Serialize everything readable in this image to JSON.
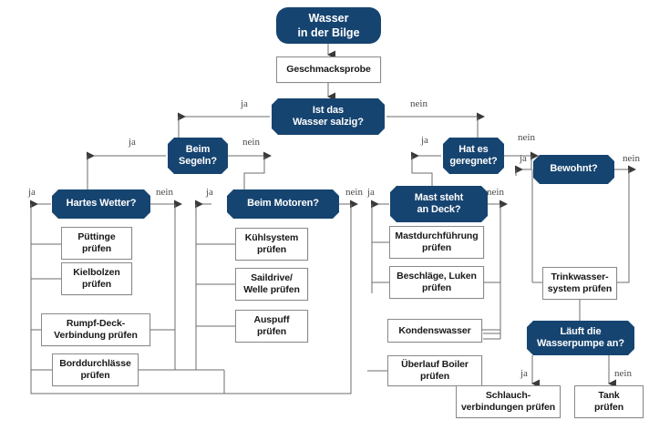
{
  "diagram": {
    "title": "Wasser in der Bilge - Diagnose-Flussdiagramm",
    "colors": {
      "node_fill": "#164470",
      "node_text": "#ffffff",
      "box_fill": "#ffffff",
      "box_border": "#8a8a8a",
      "box_text": "#17181a",
      "wire": "#6e6e6e",
      "label_text": "#4b4a46",
      "background": "#ffffff"
    },
    "edge_labels": {
      "yes": "ja",
      "no": "nein"
    },
    "nodes": {
      "start": {
        "line1": "Wasser",
        "line2": "in der Bilge"
      },
      "taste_test": {
        "line1": "Geschmacksprobe",
        "line2": ""
      },
      "salty": {
        "line1": "Ist das",
        "line2": "Wasser salzig?"
      },
      "sailing": {
        "line1": "Beim",
        "line2": "Segeln?"
      },
      "rained": {
        "line1": "Hat es",
        "line2": "geregnet?"
      },
      "inhabited": {
        "line1": "Bewohnt?",
        "line2": ""
      },
      "rough_weather": {
        "line1": "Hartes Wetter?",
        "line2": ""
      },
      "motoring": {
        "line1": "Beim Motoren?",
        "line2": ""
      },
      "mast_on_deck": {
        "line1": "Mast steht",
        "line2": "an Deck?"
      },
      "pump_runs": {
        "line1": "Läuft die",
        "line2": "Wasserpumpe an?"
      },
      "chainplates": {
        "line1": "Püttinge",
        "line2": "prüfen"
      },
      "keel_bolts": {
        "line1": "Kielbolzen",
        "line2": "prüfen"
      },
      "hull_deck": {
        "line1": "Rumpf-Deck-",
        "line2": "Verbindung prüfen"
      },
      "thru_hulls": {
        "line1": "Borddurchlässe",
        "line2": "prüfen"
      },
      "cooling": {
        "line1": "Kühlsystem",
        "line2": "prüfen"
      },
      "saildrive": {
        "line1": "Saildrive/",
        "line2": "Welle prüfen"
      },
      "exhaust": {
        "line1": "Auspuff",
        "line2": "prüfen"
      },
      "mast_passage": {
        "line1": "Mastdurchführung",
        "line2": "prüfen"
      },
      "fittings": {
        "line1": "Beschläge, Luken",
        "line2": "prüfen"
      },
      "condensation": {
        "line1": "Kondenswasser",
        "line2": ""
      },
      "boiler_overflow": {
        "line1": "Überlauf Boiler",
        "line2": "prüfen"
      },
      "drinking_water": {
        "line1": "Trinkwasser-",
        "line2": "system prüfen"
      },
      "hose_connections": {
        "line1": "Schlauch-",
        "line2": "verbindungen prüfen"
      },
      "tank": {
        "line1": "Tank",
        "line2": "prüfen"
      }
    },
    "labels": [
      {
        "id": "salty-yes",
        "text": "ja"
      },
      {
        "id": "salty-no",
        "text": "nein"
      },
      {
        "id": "sailing-yes",
        "text": "ja"
      },
      {
        "id": "sailing-no",
        "text": "nein"
      },
      {
        "id": "rained-yes",
        "text": "ja"
      },
      {
        "id": "rained-no",
        "text": "nein"
      },
      {
        "id": "inhabited-yes",
        "text": "ja"
      },
      {
        "id": "inhabited-no",
        "text": "nein"
      },
      {
        "id": "weather-yes",
        "text": "ja"
      },
      {
        "id": "weather-no",
        "text": "nein"
      },
      {
        "id": "motoring-yes",
        "text": "ja"
      },
      {
        "id": "motoring-no",
        "text": "nein"
      },
      {
        "id": "mast-yes",
        "text": "ja"
      },
      {
        "id": "mast-no",
        "text": "nein"
      },
      {
        "id": "pump-yes",
        "text": "ja"
      },
      {
        "id": "pump-no",
        "text": "nein"
      }
    ]
  }
}
